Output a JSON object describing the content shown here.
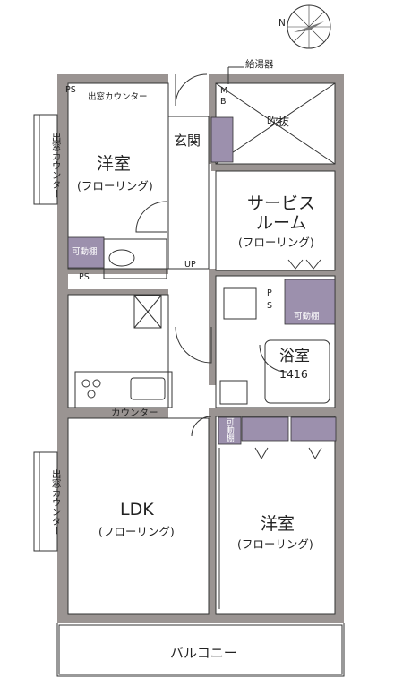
{
  "compass": {
    "north": "N"
  },
  "labels": {
    "boiler": "給湯器",
    "ps_top_left": "PS",
    "bay_counter_top": "出窓カウンター",
    "mb_m": "M",
    "mb_b": "B",
    "genkan": "玄関",
    "fukinuke": "吹抜",
    "bay_counter_left_top": "出窓カウンター",
    "western_top_name": "洋室",
    "western_top_floor": "(フローリング)",
    "service_room_line1": "サービス",
    "service_room_line2": "ルーム",
    "service_room_floor": "(フローリング)",
    "movable_shelf_left": "可動棚",
    "ps_bottom_left": "PS",
    "up": "UP",
    "ps_p": "P",
    "ps_s": "S",
    "movable_shelf_right": "可動棚",
    "bath_name": "浴室",
    "bath_size": "1416",
    "counter": "カウンター",
    "movable_shelf_vertical": "可動棚",
    "bay_counter_left_bottom": "出窓カウンター",
    "ldk_name": "LDK",
    "ldk_floor": "(フローリング)",
    "western_bottom_name": "洋室",
    "western_bottom_floor": "(フローリング)",
    "balcony": "バルコニー"
  },
  "colors": {
    "wall": "#9a9492",
    "storage": "#9c90ad",
    "line": "#333333"
  }
}
